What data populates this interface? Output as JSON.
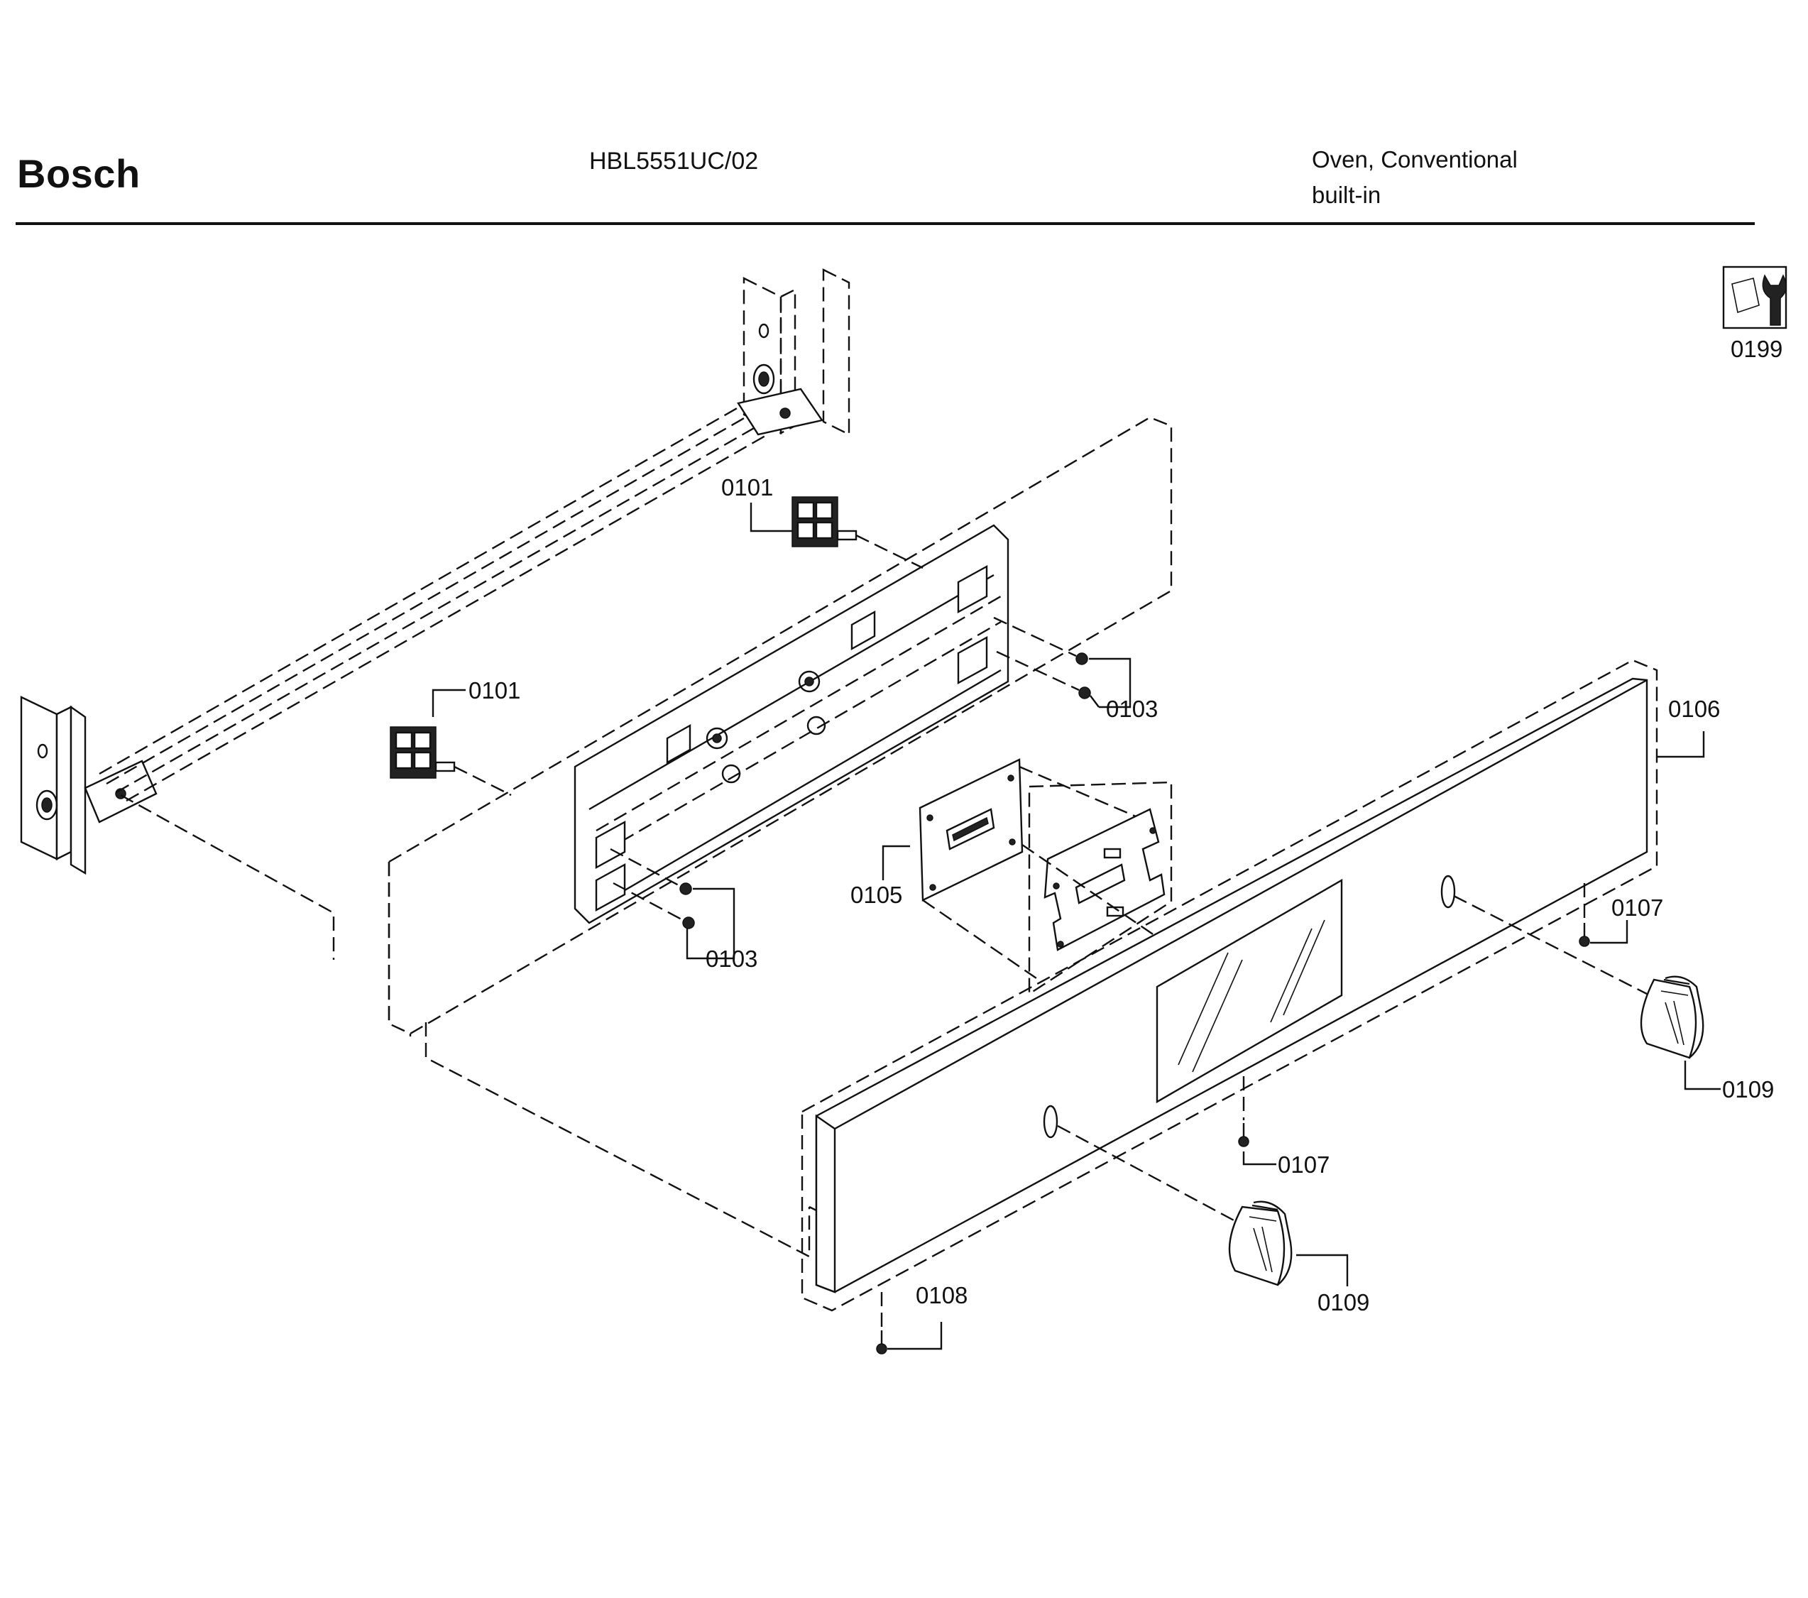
{
  "header": {
    "brand": "Bosch",
    "model": "HBL5551UC/02",
    "category_line1": "Oven, Conventional",
    "category_line2": "built-in"
  },
  "tool_icon": {
    "name": "wrench-icon",
    "label": "0199"
  },
  "parts": [
    {
      "id": "p0101a",
      "label": "0101"
    },
    {
      "id": "p0101b",
      "label": "0101"
    },
    {
      "id": "p0103a",
      "label": "0103"
    },
    {
      "id": "p0103b",
      "label": "0103"
    },
    {
      "id": "p0105",
      "label": "0105"
    },
    {
      "id": "p0106",
      "label": "0106"
    },
    {
      "id": "p0107a",
      "label": "0107"
    },
    {
      "id": "p0107b",
      "label": "0107"
    },
    {
      "id": "p0108",
      "label": "0108"
    },
    {
      "id": "p0109a",
      "label": "0109"
    },
    {
      "id": "p0109b",
      "label": "0109"
    }
  ]
}
